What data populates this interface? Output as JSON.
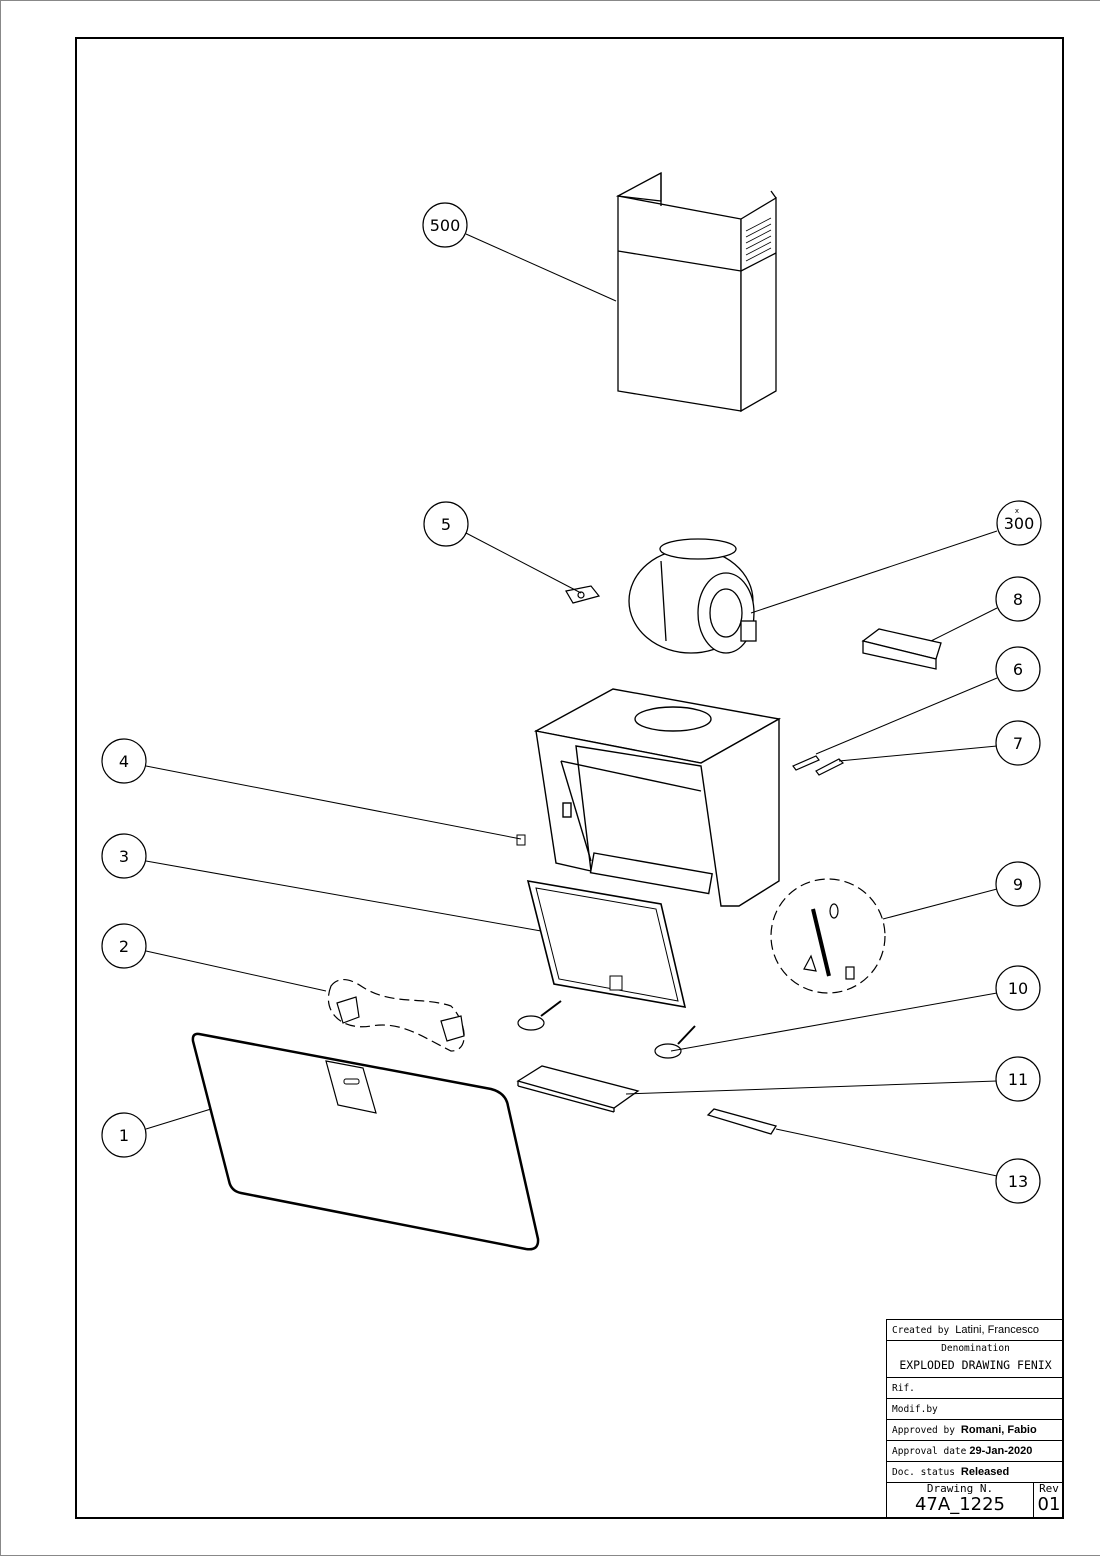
{
  "callouts": {
    "c500": "500",
    "c300": "300",
    "c300_mark": "x",
    "c5": "5",
    "c8": "8",
    "c6": "6",
    "c7": "7",
    "c4": "4",
    "c3": "3",
    "c9": "9",
    "c2": "2",
    "c10": "10",
    "c11": "11",
    "c13": "13",
    "c1": "1"
  },
  "title_block": {
    "created_by_label": "Created by",
    "created_by": "Latini, Francesco",
    "denomination_label": "Denomination",
    "denomination": "EXPLODED DRAWING FENIX",
    "rif_label": "Rif.",
    "modif_label": "Modif.by",
    "approved_by_label": "Approved by",
    "approved_by": "Romani, Fabio",
    "approval_date_label": "Approval date",
    "approval_date": "29-Jan-2020",
    "doc_status_label": "Doc. status",
    "doc_status": "Released",
    "drawing_n_label": "Drawing N.",
    "drawing_n": "47A_1225",
    "rev_label": "Rev",
    "rev": "01"
  }
}
